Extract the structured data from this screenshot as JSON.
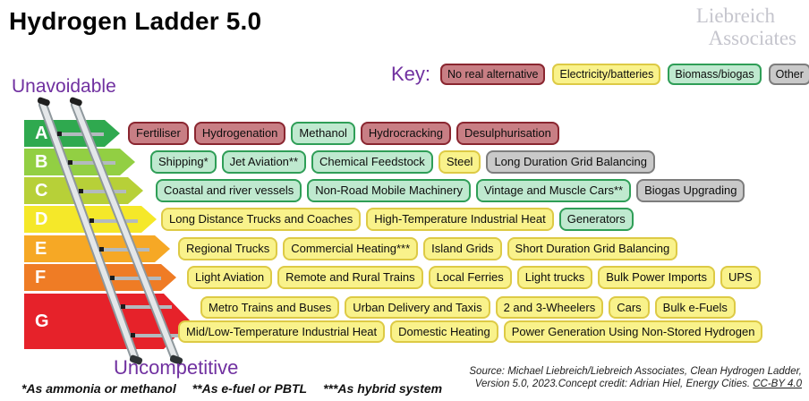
{
  "title": "Hydrogen Ladder 5.0",
  "logo": {
    "line1": "Liebreich",
    "line2": "Associates"
  },
  "key": {
    "label": "Key:",
    "items": [
      {
        "label": "No real alternative",
        "type": "no_alternative"
      },
      {
        "label": "Electricity/batteries",
        "type": "electricity"
      },
      {
        "label": "Biomass/biogas",
        "type": "biomass"
      },
      {
        "label": "Other",
        "type": "other"
      }
    ]
  },
  "ladder_labels": {
    "top": "Unavoidable",
    "bottom": "Uncompetitive"
  },
  "palette": {
    "accent": "#7030a0",
    "types": {
      "no_alternative": {
        "bg": "#c87e84",
        "border": "#8a2630"
      },
      "electricity": {
        "bg": "#f9f28b",
        "border": "#ddca45"
      },
      "biomass": {
        "bg": "#bfe9cf",
        "border": "#2f9e57"
      },
      "other": {
        "bg": "#c9c9c9",
        "border": "#7d7d7d"
      }
    }
  },
  "rows": [
    {
      "grade": "A",
      "color": "#2fa94f",
      "lines": [
        [
          {
            "label": "Fertiliser",
            "type": "no_alternative"
          },
          {
            "label": "Hydrogenation",
            "type": "no_alternative"
          },
          {
            "label": "Methanol",
            "type": "biomass"
          },
          {
            "label": "Hydrocracking",
            "type": "no_alternative"
          },
          {
            "label": "Desulphurisation",
            "type": "no_alternative"
          }
        ]
      ]
    },
    {
      "grade": "B",
      "color": "#92cf43",
      "lines": [
        [
          {
            "label": "Shipping*",
            "type": "biomass"
          },
          {
            "label": "Jet Aviation**",
            "type": "biomass"
          },
          {
            "label": "Chemical Feedstock",
            "type": "biomass"
          },
          {
            "label": "Steel",
            "type": "electricity"
          },
          {
            "label": "Long Duration Grid Balancing",
            "type": "other"
          }
        ]
      ]
    },
    {
      "grade": "C",
      "color": "#b7d038",
      "lines": [
        [
          {
            "label": "Coastal and river vessels",
            "type": "biomass"
          },
          {
            "label": "Non-Road Mobile Machinery",
            "type": "biomass"
          },
          {
            "label": "Vintage and Muscle Cars**",
            "type": "biomass"
          },
          {
            "label": "Biogas Upgrading",
            "type": "other"
          }
        ]
      ]
    },
    {
      "grade": "D",
      "color": "#f5e829",
      "lines": [
        [
          {
            "label": "Long Distance Trucks and Coaches",
            "type": "electricity"
          },
          {
            "label": "High-Temperature Industrial Heat",
            "type": "electricity"
          },
          {
            "label": "Generators",
            "type": "biomass"
          }
        ]
      ]
    },
    {
      "grade": "E",
      "color": "#f6a825",
      "lines": [
        [
          {
            "label": "Regional Trucks",
            "type": "electricity"
          },
          {
            "label": "Commercial Heating***",
            "type": "electricity"
          },
          {
            "label": "Island Grids",
            "type": "electricity"
          },
          {
            "label": "Short Duration Grid Balancing",
            "type": "electricity"
          }
        ]
      ]
    },
    {
      "grade": "F",
      "color": "#ef7c25",
      "lines": [
        [
          {
            "label": "Light Aviation",
            "type": "electricity"
          },
          {
            "label": "Remote and Rural Trains",
            "type": "electricity"
          },
          {
            "label": "Local Ferries",
            "type": "electricity"
          },
          {
            "label": "Light trucks",
            "type": "electricity"
          },
          {
            "label": "Bulk Power Imports",
            "type": "electricity"
          },
          {
            "label": "UPS",
            "type": "electricity"
          }
        ]
      ]
    },
    {
      "grade": "G",
      "color": "#e6222a",
      "lines": [
        [
          {
            "label": "Metro Trains and Buses",
            "type": "electricity"
          },
          {
            "label": "Urban Delivery and Taxis",
            "type": "electricity"
          },
          {
            "label": "2 and 3-Wheelers",
            "type": "electricity"
          },
          {
            "label": "Cars",
            "type": "electricity"
          },
          {
            "label": "Bulk e-Fuels",
            "type": "electricity"
          }
        ],
        [
          {
            "label": "Mid/Low-Temperature Industrial Heat",
            "type": "electricity"
          },
          {
            "label": "Domestic Heating",
            "type": "electricity"
          },
          {
            "label": "Power Generation Using Non-Stored Hydrogen",
            "type": "electricity"
          }
        ]
      ]
    }
  ],
  "footnotes": [
    "*As ammonia or methanol",
    "**As e-fuel or PBTL",
    "***As hybrid system"
  ],
  "source": {
    "line1": "Source: Michael Liebreich/Liebreich Associates, Clean Hydrogen Ladder,",
    "line2": "Version 5.0, 2023.Concept credit: Adrian Hiel, Energy Cities.",
    "link": "CC-BY 4.0"
  }
}
